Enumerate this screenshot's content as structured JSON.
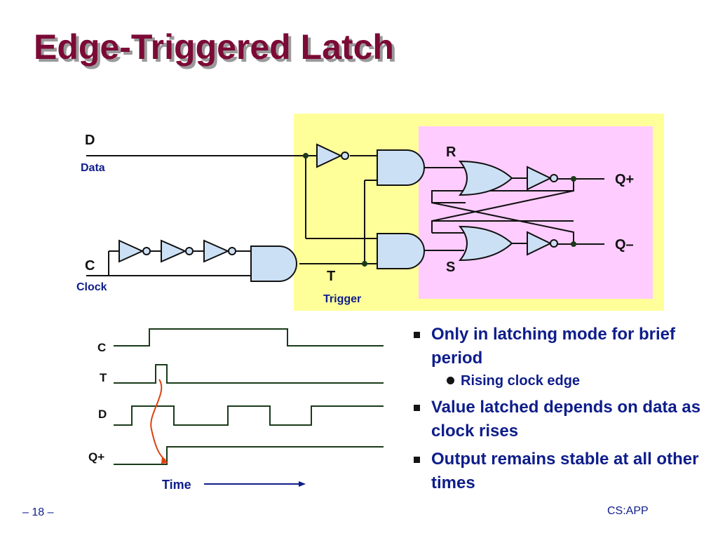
{
  "slide": {
    "title": "Edge-Triggered Latch",
    "page_number": "– 18 –",
    "course": "CS:APP"
  },
  "circuit": {
    "input_d": "D",
    "input_d_desc": "Data",
    "input_c": "C",
    "input_c_desc": "Clock",
    "node_t": "T",
    "node_t_desc": "Trigger",
    "node_r": "R",
    "node_s": "S",
    "output_q_plus": "Q+",
    "output_q_minus": "Q–",
    "colors": {
      "outer_box": "#ffff99",
      "inner_box": "#ffccff",
      "gate_fill": "#cce0f5",
      "label_desc": "#0e1d8a"
    }
  },
  "timing": {
    "signals": [
      "C",
      "T",
      "D",
      "Q+"
    ],
    "time_label": "Time",
    "colors": {
      "causal_arrow": "#e04010",
      "time_arrow": "#0e1d8a"
    }
  },
  "bullets": [
    {
      "text": "Only in latching mode for brief period",
      "sub": [
        "Rising clock edge"
      ]
    },
    {
      "text": "Value latched depends on data as clock rises",
      "sub": []
    },
    {
      "text": "Output remains stable at all other times",
      "sub": []
    }
  ]
}
